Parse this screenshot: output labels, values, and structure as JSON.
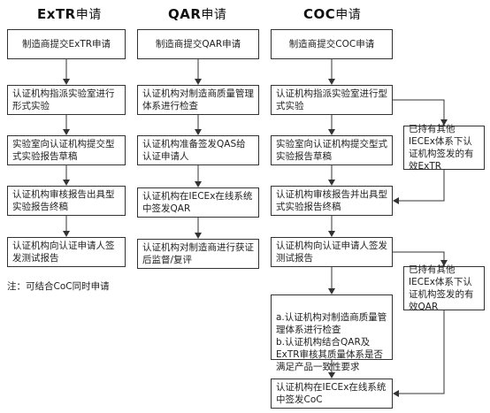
{
  "headers": {
    "extr": {
      "bold": "ExTR",
      "suffix": "申请"
    },
    "qar": {
      "bold": "QAR",
      "suffix": "申请"
    },
    "coc": {
      "bold": "COC",
      "suffix": "申请"
    }
  },
  "extr_steps": [
    "制造商提交ExTR申请",
    "认证机构指派实验室进行形式实验",
    "实验室向认证机构提交型式实验报告草稿",
    "认证机构审核报告出具型实验报告终稿",
    "认证机构向认证申请人签发测试报告"
  ],
  "qar_steps": [
    "制造商提交QAR申请",
    "认证机构对制造商质量管理体系进行检查",
    "认证机构准备签发QAS给认证申请人",
    "认证机构在IECEx在线系统中签发QAR",
    "认证机构对制造商进行获证后监督/复评"
  ],
  "coc_steps": [
    "制造商提交COC申请",
    "认证机构指派实验室进行型式实验",
    "实验室向认证机构提交型式实验报告草稿",
    "认证机构审核报告并出具型式实验报告终稿",
    "认证机构向认证申请人签发测试报告",
    "a.认证机构对制造商质量管理体系进行检查\nb.认证机构结合QAR及ExTR审核其质量体系是否满足产品一致性要求",
    "认证机构在IECEx在线系统中签发CoC"
  ],
  "side_notes": [
    "已持有其他IECEx体系下认证机构签发的有效ExTR",
    "已持有其他IECEx体系下认证机构签发的有效QAR"
  ],
  "footnote": "注：可结合CoC同时申请"
}
